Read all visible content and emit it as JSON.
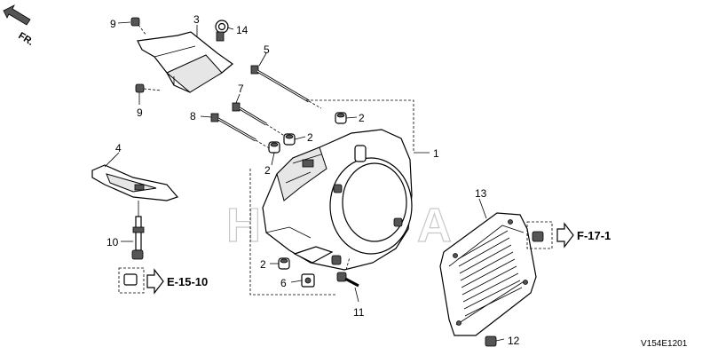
{
  "orientation": {
    "label": "FR."
  },
  "watermark": {
    "text": "HONDA"
  },
  "callouts": {
    "p1": "1",
    "p2a": "2",
    "p2b": "2",
    "p2c": "2",
    "p2d": "2",
    "p3": "3",
    "p4": "4",
    "p5": "5",
    "p6": "6",
    "p7": "7",
    "p8": "8",
    "p9a": "9",
    "p9b": "9",
    "p10": "10",
    "p11": "11",
    "p12": "12",
    "p13": "13",
    "p14": "14"
  },
  "references": {
    "right": "F-17-1",
    "left": "E-15-10"
  },
  "diagram_code": "V154E1201"
}
